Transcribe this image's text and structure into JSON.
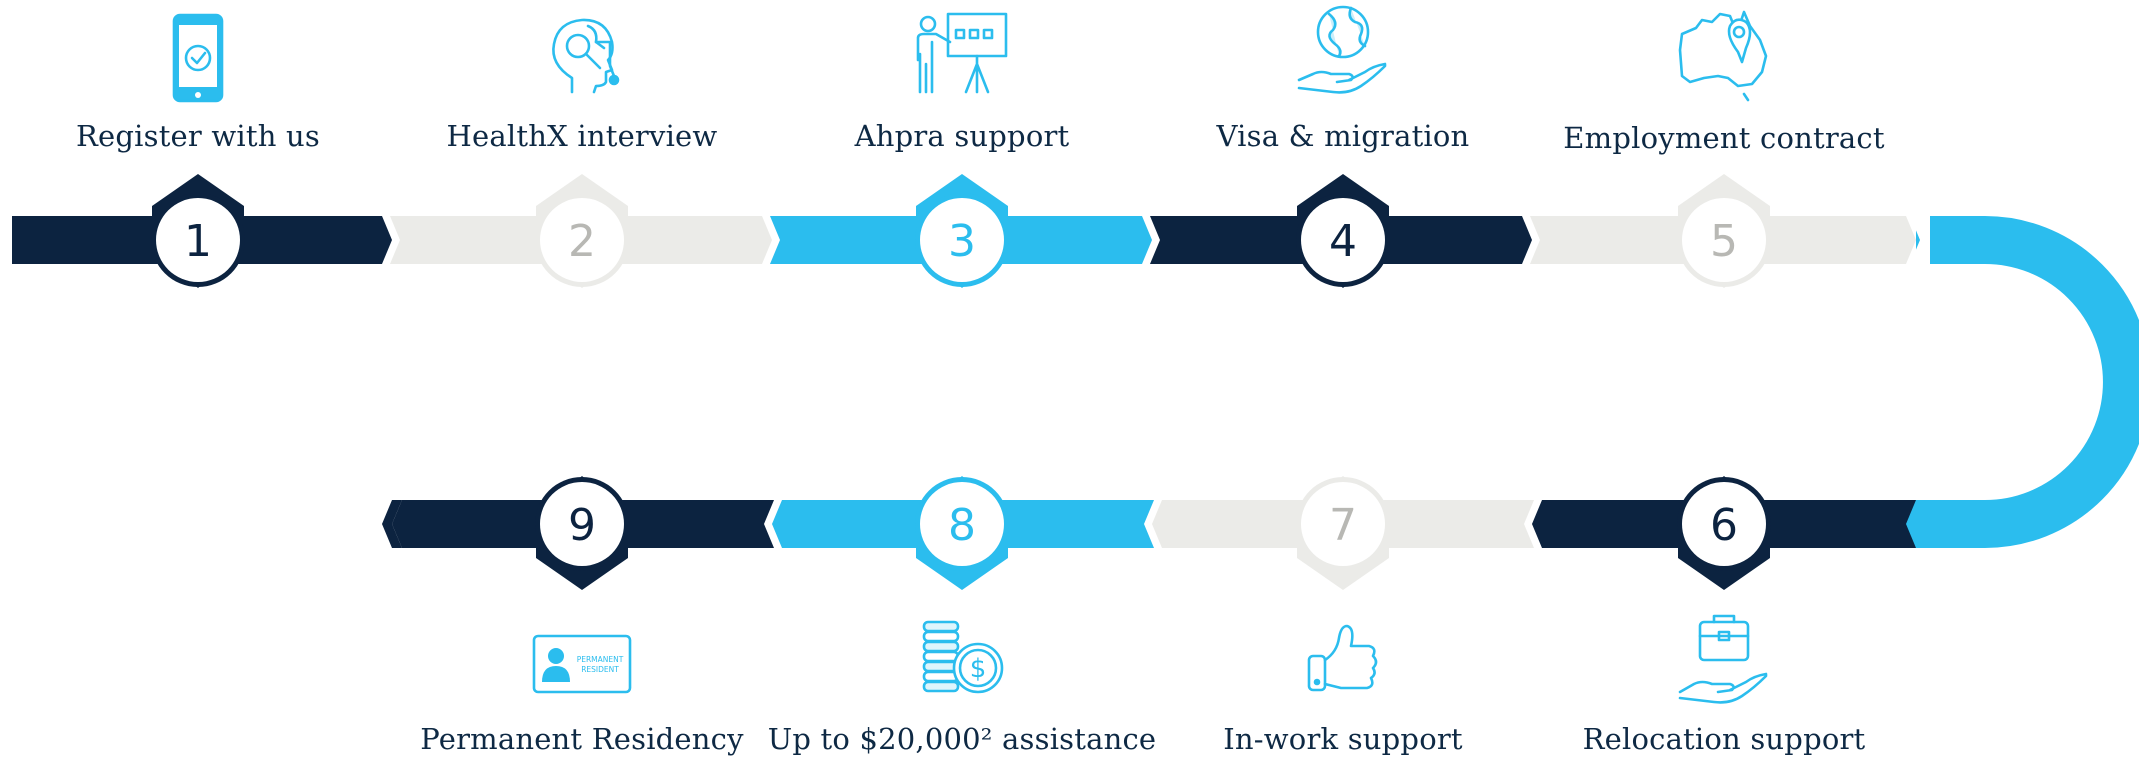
{
  "colors": {
    "navy": "#0c2340",
    "sky": "#2bbdee",
    "grey": "#ebebe8",
    "grey_text": "#b8b8b4",
    "label": "#0e2944"
  },
  "steps": [
    {
      "number": "1",
      "label": "Register with us",
      "color": "navy",
      "icon": "smartphone-check-icon"
    },
    {
      "number": "2",
      "label": "HealthX interview",
      "color": "grey",
      "icon": "head-magnifier-icon"
    },
    {
      "number": "3",
      "label": "Ahpra support",
      "color": "sky",
      "icon": "presentation-board-icon"
    },
    {
      "number": "4",
      "label": "Visa & migration",
      "color": "navy",
      "icon": "globe-hand-icon"
    },
    {
      "number": "5",
      "label": "Employment contract",
      "color": "grey",
      "icon": "australia-map-pin-icon"
    },
    {
      "number": "6",
      "label": "Relocation support",
      "color": "navy",
      "icon": "briefcase-hand-icon"
    },
    {
      "number": "7",
      "label": "In-work support",
      "color": "grey",
      "icon": "thumbs-up-icon"
    },
    {
      "number": "8",
      "label": "Up to $20,000² assistance",
      "color": "sky",
      "icon": "coins-dollar-icon"
    },
    {
      "number": "9",
      "label": "Permanent Residency",
      "color": "navy",
      "icon": "resident-card-icon"
    }
  ],
  "card_text": {
    "line1": "PERMANENT",
    "line2": "RESIDENT"
  }
}
